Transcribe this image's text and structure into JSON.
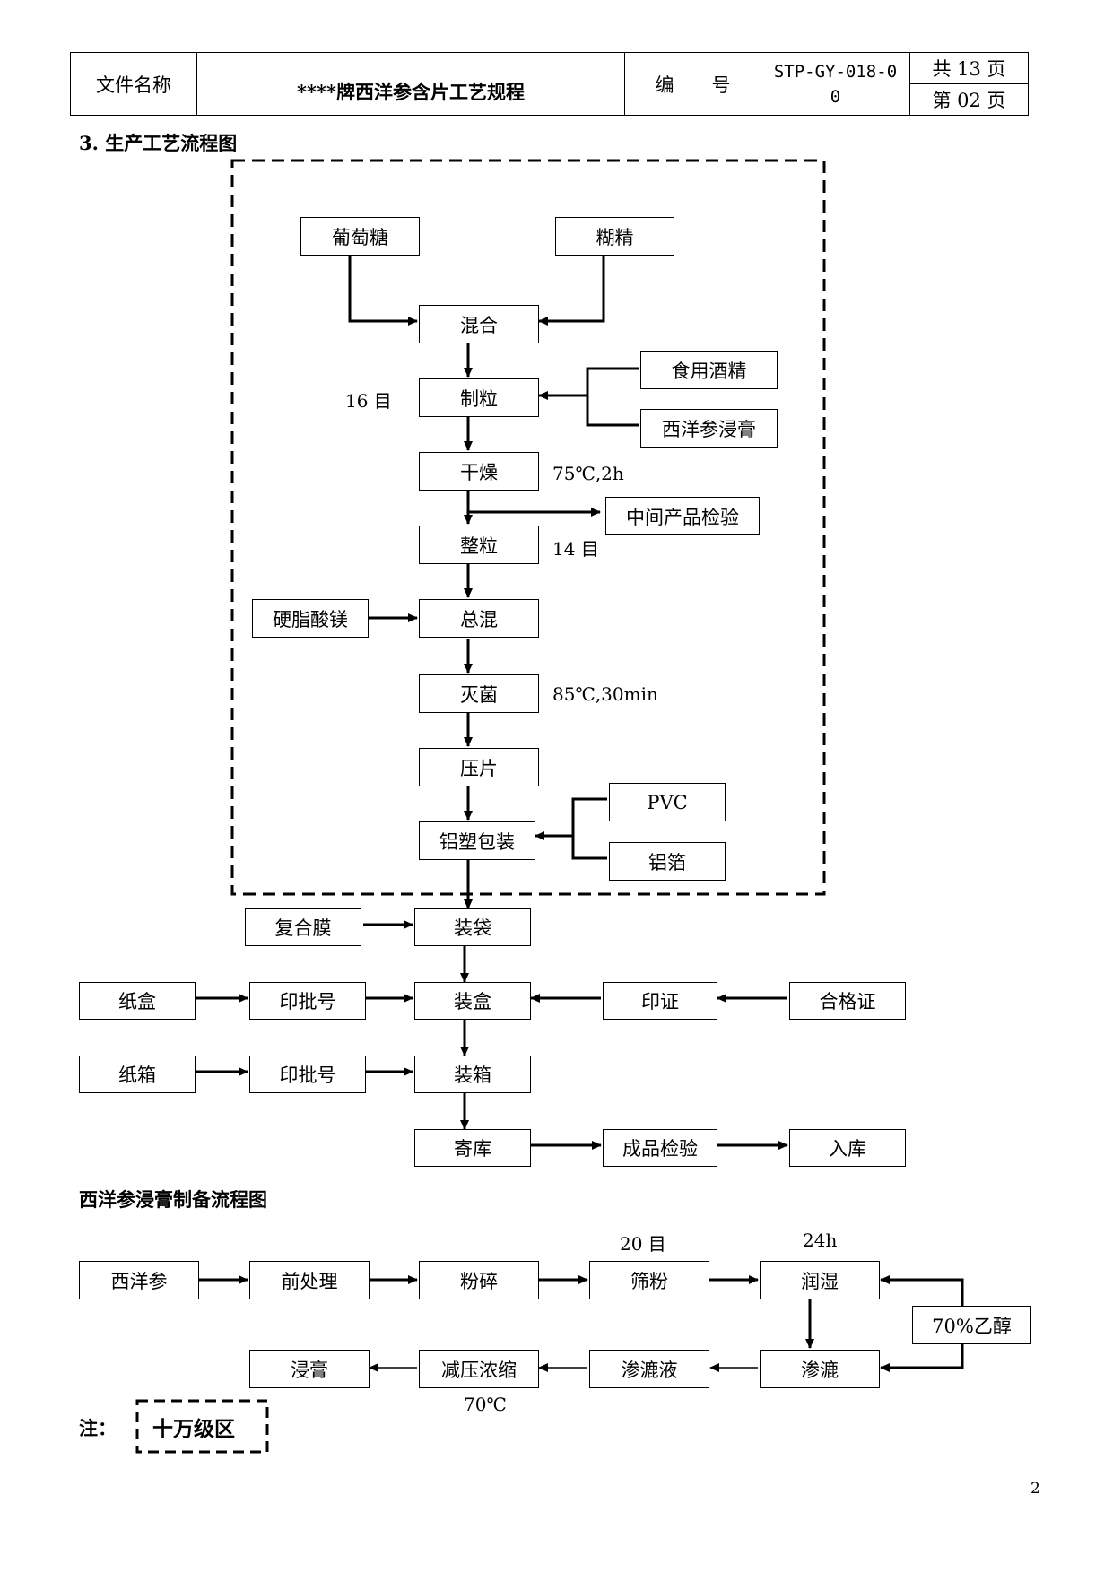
{
  "header": {
    "doc_name_label": "文件名称",
    "doc_title": "****牌西洋参含片工艺规程",
    "number_label": "编　　号",
    "doc_number": "STP-GY-018-00",
    "total_pages": "共 13 页",
    "page_no": "第 02 页"
  },
  "section_title": "3. 生产工艺流程图",
  "main_flow": {
    "glucose": "葡萄糖",
    "dextrin": "糊精",
    "mix": "混合",
    "granulate": "制粒",
    "granulate_mesh": "16 目",
    "edible_alcohol": "食用酒精",
    "ginseng_extract": "西洋参浸膏",
    "dry": "干燥",
    "dry_cond": "75℃,2h",
    "intermediate_test": "中间产品检验",
    "size_granules": "整粒",
    "size_mesh": "14 目",
    "mg_stearate": "硬脂酸镁",
    "final_mix": "总混",
    "sterilize": "灭菌",
    "sterilize_cond": "85℃,30min",
    "press": "压片",
    "blister": "铝塑包装",
    "pvc": "PVC",
    "foil": "铝箔",
    "laminate_film": "复合膜",
    "bagging": "装袋",
    "paper_box": "纸盒",
    "print_batch_1": "印批号",
    "boxing": "装盒",
    "print_cert": "印证",
    "certificate": "合格证",
    "carton": "纸箱",
    "print_batch_2": "印批号",
    "casing": "装箱",
    "temp_storage": "寄库",
    "finished_test": "成品检验",
    "warehouse": "入库"
  },
  "extract_flow": {
    "title": "西洋参浸膏制备流程图",
    "ginseng": "西洋参",
    "pretreat": "前处理",
    "crush": "粉碎",
    "sieve": "筛粉",
    "sieve_mesh": "20 目",
    "wet": "润湿",
    "wet_time": "24h",
    "ethanol": "70%乙醇",
    "percolate": "渗漉",
    "percolate_liquid": "渗漉液",
    "vacuum_concentrate": "减压浓缩",
    "concentrate_temp": "70℃",
    "extract": "浸膏"
  },
  "legend": {
    "note_label": "注：",
    "zone_label": "十万级区"
  },
  "page_number": "2"
}
